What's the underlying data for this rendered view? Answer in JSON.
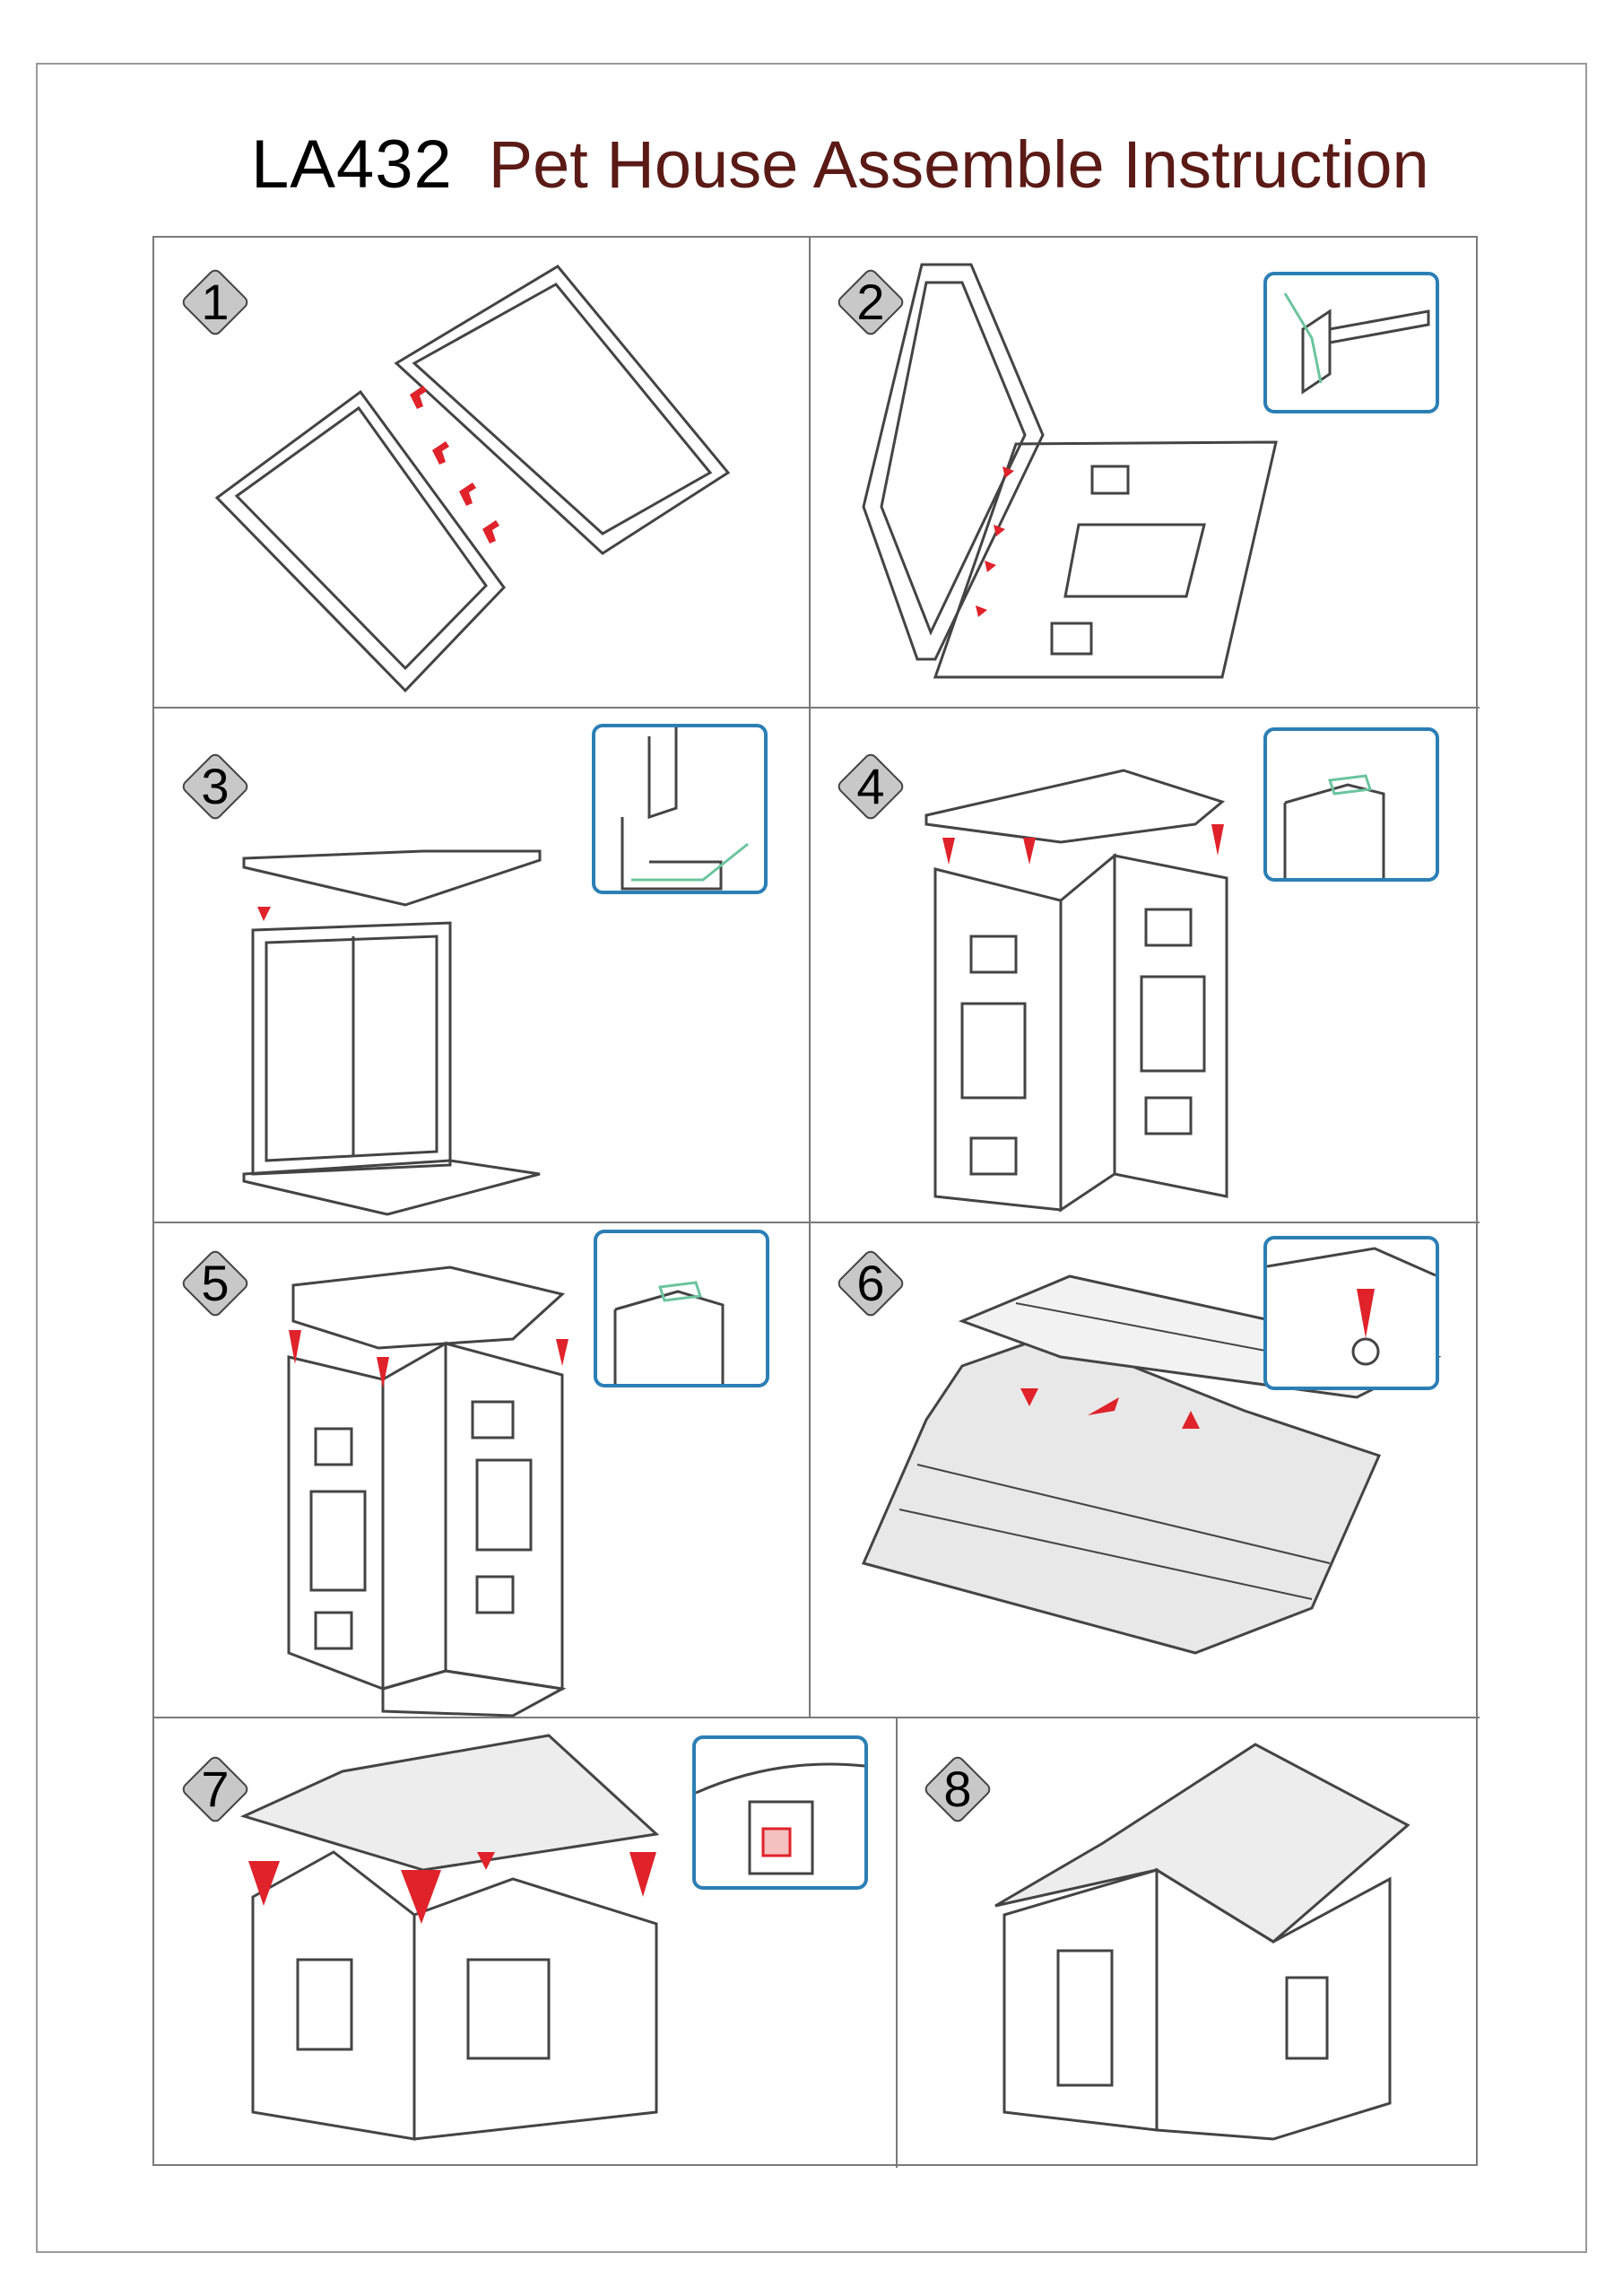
{
  "header": {
    "model": "LA432",
    "title": "Pet House Assemble Instruction"
  },
  "colors": {
    "title": "#5a1a16",
    "arrow": "#e0222a",
    "detail_border": "#2b7fb5",
    "badge_fill": "#c8c8c8",
    "line": "#444444"
  },
  "steps": [
    {
      "number": "1"
    },
    {
      "number": "2"
    },
    {
      "number": "3"
    },
    {
      "number": "4"
    },
    {
      "number": "5"
    },
    {
      "number": "6"
    },
    {
      "number": "7"
    },
    {
      "number": "8"
    }
  ]
}
